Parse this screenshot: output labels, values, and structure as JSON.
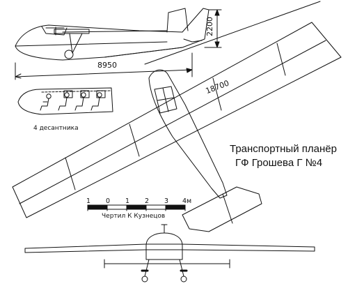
{
  "drawing": {
    "title_line1": "Транспортный планёр",
    "title_line2": "ГФ Грошева Г №4",
    "dim_length": "8950",
    "dim_height": "2200",
    "dim_span": "18700",
    "troops_caption": "4 десантника",
    "scale_ticks": [
      "1",
      "0",
      "1",
      "2",
      "3",
      "4м"
    ],
    "credit": "Чертил К Кузнецов"
  }
}
